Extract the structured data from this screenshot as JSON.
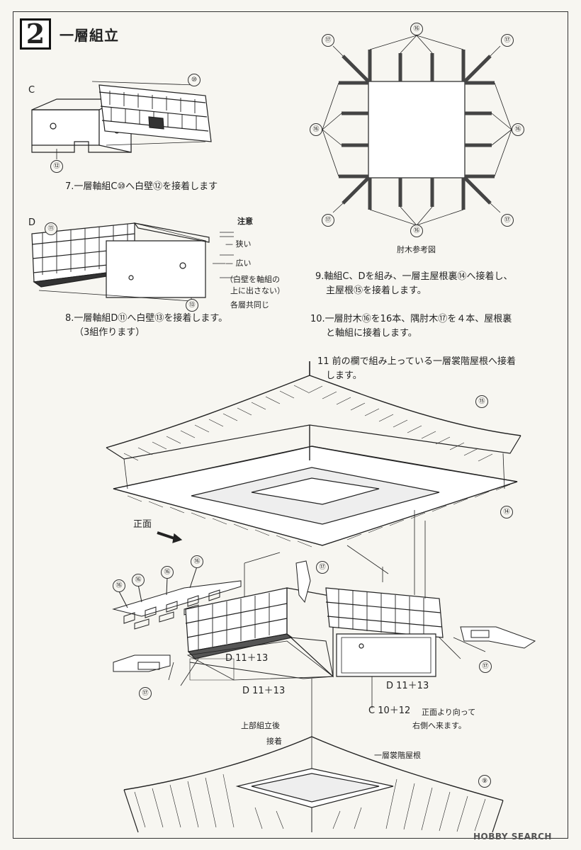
{
  "header": {
    "step_number": "2",
    "title": "一層組立"
  },
  "figure_c": {
    "label": "C",
    "part_axis": "⑩",
    "part_wall": "⑫"
  },
  "step7": "7.一層軸組C⑩へ白壁⑫を接着します",
  "figure_d": {
    "label": "D",
    "part_axis": "⑪",
    "part_wall": "⑬"
  },
  "note": {
    "title": "注意",
    "narrow": "— 狭い",
    "wide": "— 広い",
    "line1": "（白壁を軸組の",
    "line2": "上に出さない）",
    "line3": "各層共同じ"
  },
  "step8": {
    "line1": "8.一層軸組D⑪へ白壁⑬を接着します。",
    "line2": "（3組作ります）"
  },
  "diagram_ref": {
    "caption": "肘木参考図",
    "bracket": "⑯",
    "corner": "⑰"
  },
  "step9": {
    "line1": "9.軸組C、Dを組み、一層主屋根裏⑭へ接着し、",
    "line2": "主屋根⑮を接着します。"
  },
  "step10": {
    "line1": "10.一層肘木⑯を16本、隅肘木⑰を４本、屋根裏",
    "line2": "と軸組に接着します。"
  },
  "step11": {
    "line1": "11 前の欄で組み上っている一層裳階屋根へ接着",
    "line2": "します。"
  },
  "assembly": {
    "front_label": "正面",
    "part_roof": "⑮",
    "part_roof_under": "⑭",
    "part_corner": "⑰",
    "part_bracket": "⑯",
    "d_label": "D 11＋13",
    "c_label": "C 10＋12",
    "c_note1": "正面より向って",
    "c_note2": "右側へ来ます。",
    "after1": "上部組立後",
    "after2": "接着",
    "lower_roof_label": "一層裳階屋根",
    "part_lower_roof": "⑨"
  },
  "watermark": "HOBBY SEARCH"
}
